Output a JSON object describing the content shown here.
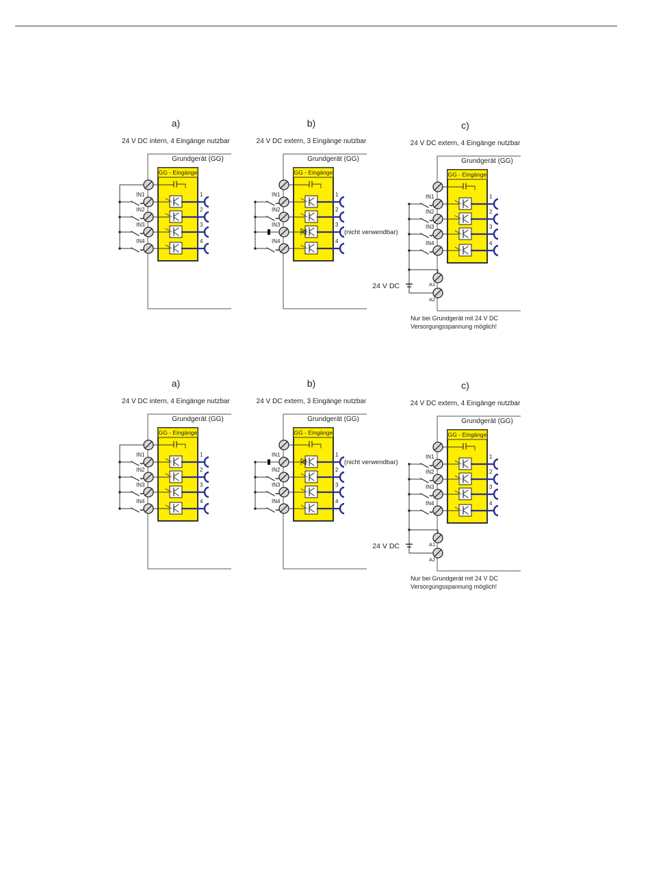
{
  "colors": {
    "module_fill": "#ffee00",
    "module_border": "#333333",
    "terminal_fill": "#d8d8d8",
    "output_arc": "#2b2f8f",
    "wire": "#333333",
    "text": "#222222"
  },
  "rows": [
    {
      "panels": [
        {
          "letter": "a)",
          "subtitle": "24 V DC intern, 4 Eingänge nutzbar",
          "device": "Grundgerät (GG)",
          "module": "GG - Eingänge",
          "inputs": [
            "IN1",
            "IN2",
            "IN3",
            "IN4"
          ],
          "outputs": [
            "1",
            "2",
            "3",
            "4"
          ]
        },
        {
          "letter": "b)",
          "subtitle": "24 V DC extern, 3 Eingänge nutzbar",
          "device": "Grundgerät (GG)",
          "module": "GG - Eingänge",
          "inputs": [
            "IN1",
            "IN2",
            "IN3",
            "IN4"
          ],
          "outputs": [
            "1",
            "2",
            "3",
            "4"
          ],
          "unusable_note": "(nicht verwendbar)"
        },
        {
          "letter": "c)",
          "subtitle": "24 V DC extern, 4 Eingänge nutzbar",
          "device": "Grundgerät (GG)",
          "module": "GG - Eingänge",
          "inputs": [
            "IN1",
            "IN2",
            "IN3",
            "IN4"
          ],
          "outputs": [
            "1",
            "2",
            "3",
            "4"
          ],
          "supply_label": "24 V DC",
          "a1_label": "A1",
          "a2_label": "A2",
          "note_line1": "Nur bei Grundgerät mit 24 V DC",
          "note_line2": "Versorgungsspannung möglich!"
        }
      ]
    },
    {
      "panels": [
        {
          "letter": "a)",
          "subtitle": "24 V DC intern, 4 Eingänge nutzbar",
          "device": "Grundgerät (GG)",
          "module": "GG - Eingänge",
          "inputs": [
            "IN1",
            "IN2",
            "IN3",
            "IN4"
          ],
          "outputs": [
            "1",
            "2",
            "3",
            "4"
          ]
        },
        {
          "letter": "b)",
          "subtitle": "24 V DC extern, 3 Eingänge nutzbar",
          "device": "Grundgerät (GG)",
          "module": "GG - Eingänge",
          "inputs": [
            "IN1",
            "IN2",
            "IN3",
            "IN4"
          ],
          "outputs": [
            "1",
            "2",
            "3",
            "4"
          ],
          "unusable_note": "(nicht verwendbar)"
        },
        {
          "letter": "c)",
          "subtitle": "24 V DC extern, 4 Eingänge nutzbar",
          "device": "Grundgerät (GG)",
          "module": "GG - Eingänge",
          "inputs": [
            "IN1",
            "IN2",
            "IN3",
            "IN4"
          ],
          "outputs": [
            "1",
            "2",
            "3",
            "4"
          ],
          "supply_label": "24 V DC",
          "a1_label": "A1",
          "a2_label": "A2",
          "note_line1": "Nur bei Grundgerät mit 24 V DC",
          "note_line2": "Versorgungsspannung möglich!"
        }
      ]
    }
  ]
}
